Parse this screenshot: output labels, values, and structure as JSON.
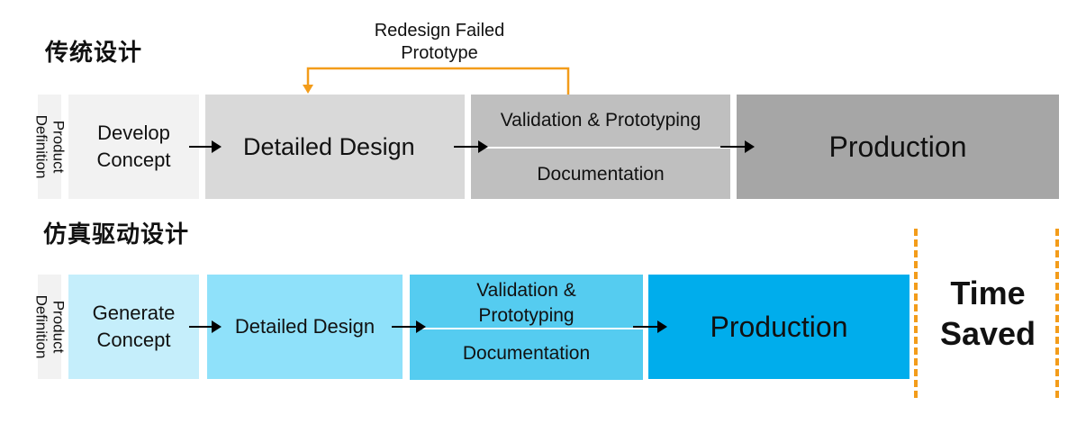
{
  "traditional": {
    "title": "传统设计",
    "product_definition": [
      "Product",
      "Definition"
    ],
    "develop_concept": [
      "Develop",
      "Concept"
    ],
    "detailed_design": "Detailed Design",
    "validation": "Validation & Prototyping",
    "documentation": "Documentation",
    "production": "Production",
    "loop_label": [
      "Redesign Failed",
      "Prototype"
    ]
  },
  "simulation": {
    "title": "仿真驱动设计",
    "product_definition": [
      "Product",
      "Definition"
    ],
    "generate_concept": [
      "Generate",
      "Concept"
    ],
    "detailed_design": "Detailed Design",
    "validation": [
      "Validation &",
      "Prototyping"
    ],
    "documentation": "Documentation",
    "production": "Production"
  },
  "time_saved": [
    "Time",
    "Saved"
  ],
  "colors": {
    "trad_light": "#f2f2f2",
    "trad_mid": "#d9d9d9",
    "trad_dark": "#bfbfbf",
    "trad_darker": "#a6a6a6",
    "sim_lightest": "#c5eefb",
    "sim_light": "#8fe1fa",
    "sim_mid": "#55ccf0",
    "sim_dark": "#00adec",
    "accent_orange": "#f39c1a"
  }
}
